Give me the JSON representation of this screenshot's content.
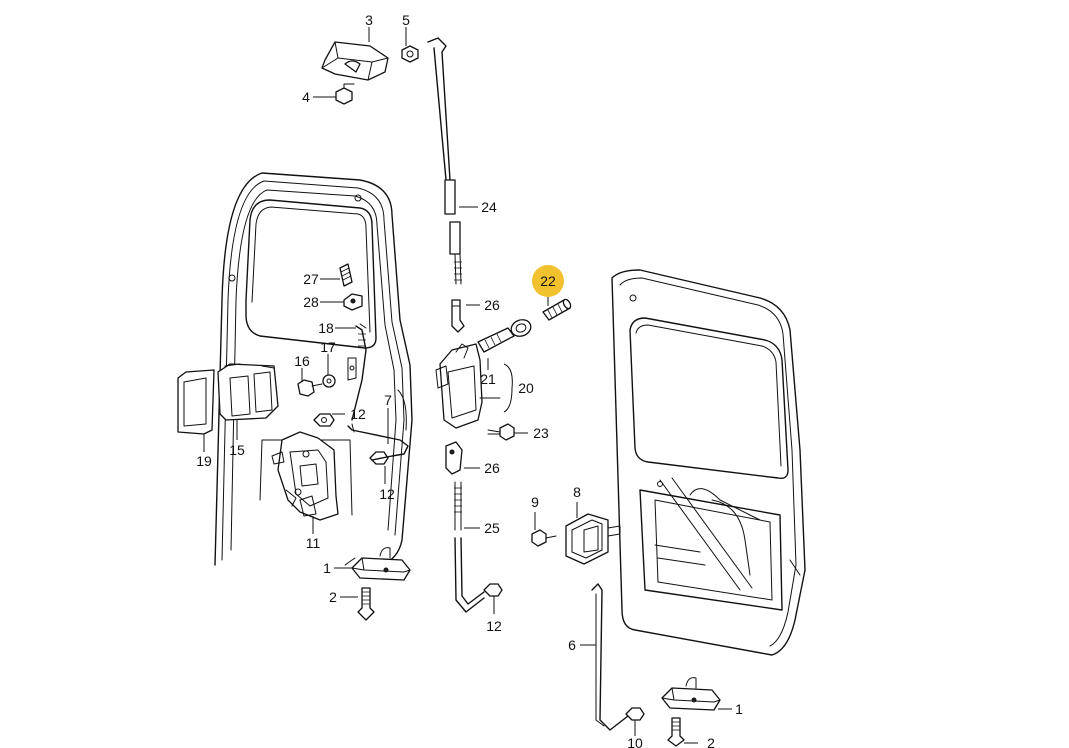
{
  "highlight_color": "#f2c12e",
  "callouts": [
    {
      "id": "c3",
      "text": "3"
    },
    {
      "id": "c5",
      "text": "5"
    },
    {
      "id": "c4",
      "text": "4"
    },
    {
      "id": "c24",
      "text": "24"
    },
    {
      "id": "c22",
      "text": "22",
      "highlighted": true
    },
    {
      "id": "c27",
      "text": "27"
    },
    {
      "id": "c28",
      "text": "28"
    },
    {
      "id": "c26a",
      "text": "26"
    },
    {
      "id": "c18",
      "text": "18"
    },
    {
      "id": "c16",
      "text": "16"
    },
    {
      "id": "c17",
      "text": "17"
    },
    {
      "id": "c21",
      "text": "21"
    },
    {
      "id": "c20",
      "text": "20"
    },
    {
      "id": "c7",
      "text": "7"
    },
    {
      "id": "c12a",
      "text": "12"
    },
    {
      "id": "c23",
      "text": "23"
    },
    {
      "id": "c19",
      "text": "19"
    },
    {
      "id": "c15",
      "text": "15"
    },
    {
      "id": "c26b",
      "text": "26"
    },
    {
      "id": "c12b",
      "text": "12"
    },
    {
      "id": "c9",
      "text": "9"
    },
    {
      "id": "c8",
      "text": "8"
    },
    {
      "id": "c25",
      "text": "25"
    },
    {
      "id": "c11",
      "text": "11"
    },
    {
      "id": "c1a",
      "text": "1"
    },
    {
      "id": "c2a",
      "text": "2"
    },
    {
      "id": "c12c",
      "text": "12"
    },
    {
      "id": "c6",
      "text": "6"
    },
    {
      "id": "c1b",
      "text": "1"
    },
    {
      "id": "c10",
      "text": "10"
    },
    {
      "id": "c2b",
      "text": "2"
    }
  ]
}
